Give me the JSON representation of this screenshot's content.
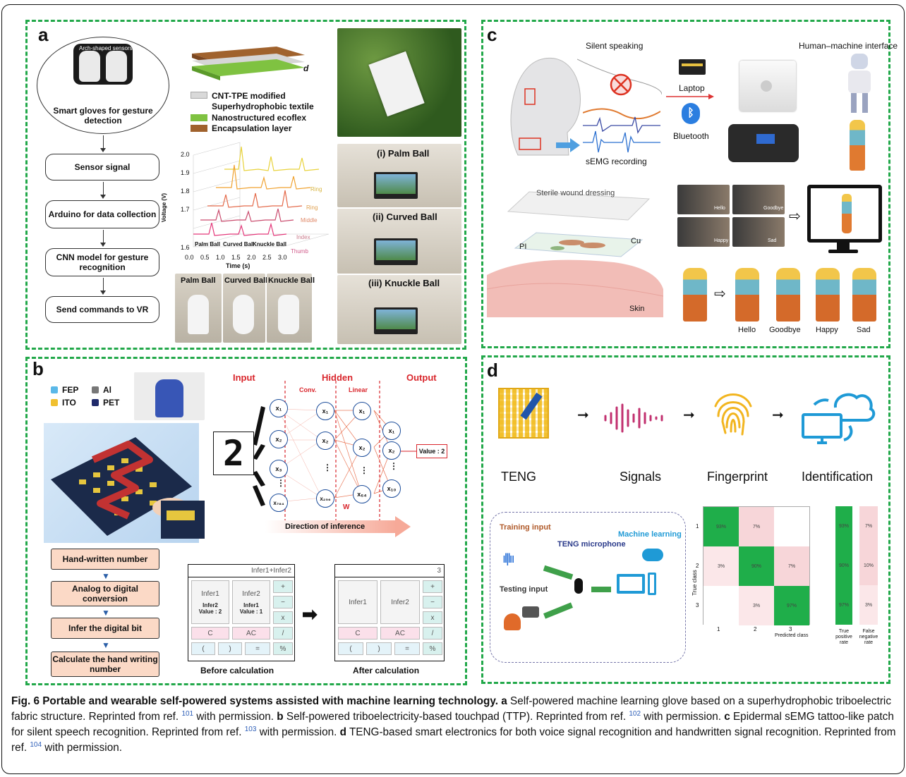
{
  "panels": {
    "a": {
      "label": "a",
      "glove_title": "Smart gloves for gesture detection",
      "sensor_caption": "Arch-shaped sensors",
      "flow": [
        "Sensor signal",
        "Arduino for data collection",
        "CNN model for gesture recognition",
        "Send commands to VR"
      ],
      "layers": [
        "CNT-TPE modified",
        "Superhydrophobic textile",
        "Nanostructured ecoflex",
        "Encapsulation layer"
      ],
      "d_label": "d",
      "plot": {
        "ylabel": "Voltage (V)",
        "xlabel": "Time (s)",
        "yticks": [
          "2.0",
          "1.9",
          "1.8",
          "1.7",
          "1.6"
        ],
        "xticks": [
          "0.0",
          "0.5",
          "1.0",
          "1.5",
          "2.0",
          "2.5",
          "3.0"
        ],
        "events": [
          "Palm Ball",
          "Curved Ball",
          "Knuckle Ball"
        ],
        "channels": [
          "Ring",
          "Ring",
          "Middle",
          "Index",
          "Thumb"
        ]
      },
      "photos_bottom": [
        "Palm Ball",
        "Curved Ball",
        "Knuckle Ball"
      ],
      "vr": [
        "(i) Palm Ball",
        "(ii) Curved Ball",
        "(iii) Knuckle Ball"
      ]
    },
    "b": {
      "label": "b",
      "legend": [
        "FEP",
        "Al",
        "ITO",
        "PET"
      ],
      "nn": {
        "input": "Input",
        "hidden": "Hidden",
        "output": "Output",
        "conv": "Conv.",
        "linear": "Linear",
        "weight": "W",
        "value_box": "Value : 2",
        "direction": "Direction of inference",
        "digit": "2"
      },
      "steps": [
        "Hand-written number",
        "Analog to digital conversion",
        "Infer the digital bit",
        "Calculate the hand writing number"
      ],
      "calc_before": {
        "display": "Infer1+Infer2",
        "infer1": "Infer1",
        "infer2": "Infer2",
        "inner1a": "Infer2",
        "inner1b": "Value : 2",
        "inner2a": "Infer1",
        "inner2b": "Value : 1",
        "keys": [
          "+",
          "−",
          "x",
          "/",
          "%"
        ],
        "c": "C",
        "ac": "AC",
        "paren_open": "(",
        "paren_close": ")",
        "equals": "=",
        "caption": "Before calculation"
      },
      "calc_after": {
        "display": "3",
        "infer1": "Infer1",
        "infer2": "Infer2",
        "keys": [
          "+",
          "−",
          "x",
          "/",
          "%"
        ],
        "c": "C",
        "ac": "AC",
        "paren_open": "(",
        "paren_close": ")",
        "equals": "=",
        "caption": "After calculation"
      }
    },
    "c": {
      "label": "c",
      "silent": "Silent speaking",
      "semg": "sEMG recording",
      "laptop": "Laptop",
      "bluetooth": "Bluetooth",
      "hmi": "Human–machine interface",
      "dressing": "Sterile wound dressing",
      "pi": "PI",
      "cu": "Cu",
      "skin": "Skin",
      "faces": [
        "Hello",
        "Goodbye",
        "Happy",
        "Sad"
      ],
      "avatars": [
        "Hello",
        "Goodbye",
        "Happy",
        "Sad"
      ]
    },
    "d": {
      "label": "d",
      "pipeline": [
        "TENG",
        "Signals",
        "Fingerprint",
        "Identification"
      ],
      "training": "Training input",
      "testing": "Testing input",
      "microphone": "TENG microphone",
      "ml": "Machine learning",
      "cm": {
        "ylabel": "True class",
        "xlabel": "Predicted class",
        "rows": [
          "1",
          "2",
          "3"
        ],
        "cols": [
          "1",
          "2",
          "3"
        ],
        "cells": [
          [
            "93%",
            "7%",
            ""
          ],
          [
            "3%",
            "90%",
            "7%"
          ],
          [
            "",
            "3%",
            "97%"
          ]
        ],
        "tpr": [
          "93%",
          "90%",
          "97%"
        ],
        "fnr": [
          "7%",
          "10%",
          "3%"
        ],
        "tpr_label": "True positive rate",
        "fnr_label": "False negative rate"
      }
    }
  },
  "caption": {
    "fig": "Fig. 6 Portable and wearable self-powered systems assisted with machine learning technology.",
    "a_label": "a",
    "a_text": "Self-powered machine learning glove based on a superhydrophobic triboelectric fabric structure. Reprinted from ref.",
    "a_ref": "101",
    "b_label": "b",
    "b_text": "with permission. Self-powered triboelectricity-based touchpad (TTP). Reprinted from ref.",
    "b_ref": "102",
    "c_label": "c",
    "c_text": "with permission. Epidermal sEMG tattoo-like patch for silent speech recognition. Reprinted from ref.",
    "c_ref": "103",
    "d_label": "d",
    "d_text": "with permission. TENG-based smart electronics for both voice signal recognition and handwritten signal recognition. Reprinted from ref.",
    "d_ref": "104",
    "end": "with permission.",
    "with_perm": "with permission."
  },
  "colors": {
    "panel_border": "#22a84a",
    "ref_link": "#2e5fb8",
    "nn_red": "#d9262c",
    "node_blue": "#1b4c9a",
    "step_fill": "#fbd9c6",
    "teng_yellow": "#f2c02c",
    "signal_pink": "#c2306f",
    "cloud_blue": "#1f9ad6",
    "cm_green": "#1fae4a",
    "cm_pink": "#f7d6d9"
  }
}
